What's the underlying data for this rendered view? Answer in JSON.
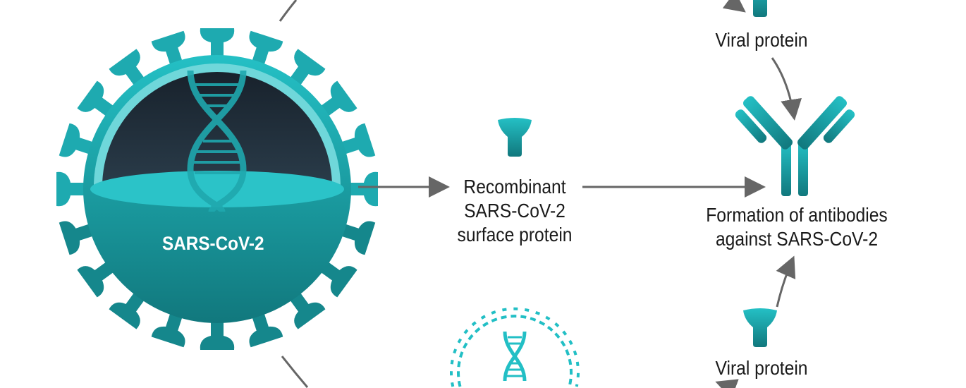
{
  "virus": {
    "label": "SARS-CoV-2"
  },
  "recombinant": {
    "line1": "Recombinant",
    "line2": "SARS-CoV-2",
    "line3": "surface protein"
  },
  "top_protein": {
    "label": "Viral protein"
  },
  "bottom_protein": {
    "label": "Viral protein"
  },
  "antibodies": {
    "line1": "Formation of antibodies",
    "line2": "against SARS-CoV-2"
  },
  "colors": {
    "teal": "#1fb5bb",
    "teal_dark": "#137c80",
    "interior": "#1f2b38",
    "arrow": "#666666"
  }
}
